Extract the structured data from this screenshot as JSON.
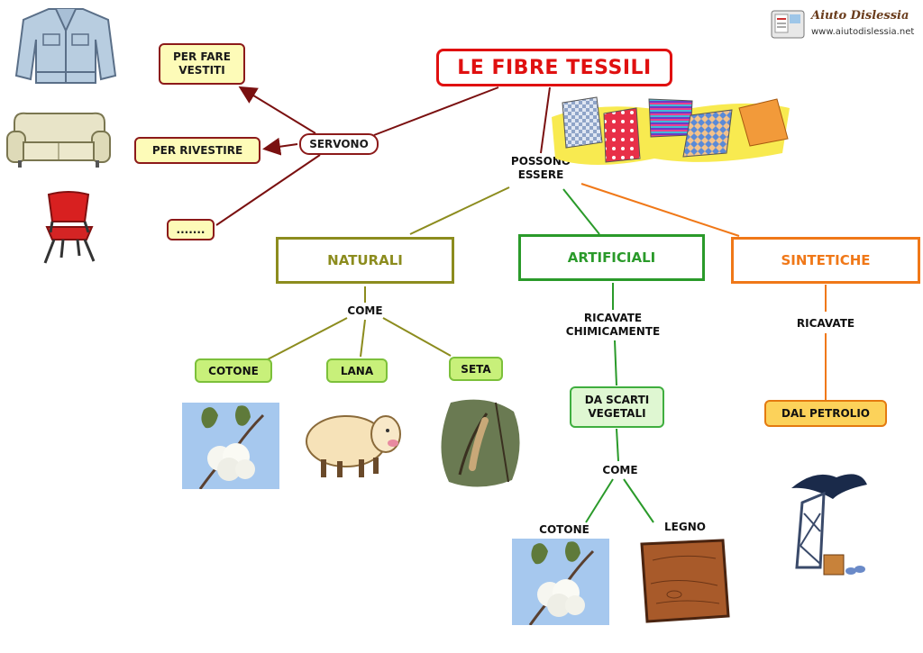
{
  "title": "LE FIBRE TESSILI",
  "logo": {
    "name": "Aiuto Dislessia",
    "url": "www.aiutodislessia.net"
  },
  "uses": {
    "connector": "SERVONO",
    "items": [
      "PER FARE VESTITI",
      "PER RIVESTIRE",
      "......."
    ]
  },
  "types_connector": [
    "POSSONO",
    "ESSERE"
  ],
  "categories": {
    "naturali": {
      "label": "NATURALI",
      "connector": "COME",
      "examples": [
        "COTONE",
        "LANA",
        "SETA"
      ],
      "color": "#8c8c1e"
    },
    "artificiali": {
      "label": "ARTIFICIALI",
      "connector": [
        "RICAVATE",
        "CHIMICAMENTE"
      ],
      "source": [
        "DA SCARTI",
        "VEGETALI"
      ],
      "connector2": "COME",
      "examples": [
        "COTONE",
        "LEGNO"
      ],
      "color": "#2a9a2a"
    },
    "sintetiche": {
      "label": "SINTETICHE",
      "connector": "RICAVATE",
      "source": "DAL PETROLIO",
      "color": "#f07818"
    }
  },
  "colors": {
    "title": "#e01010",
    "uses_border": "#8c1a1a",
    "uses_fill": "#fdfbb8"
  }
}
